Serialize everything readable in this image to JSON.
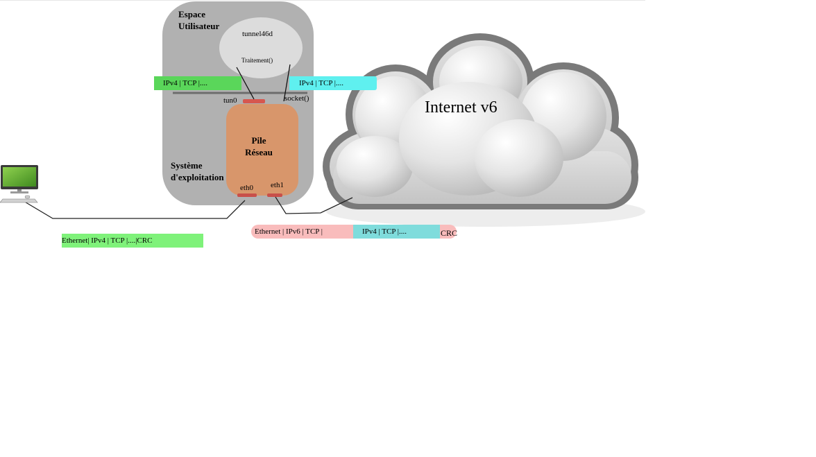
{
  "user_space": {
    "label_line1": "Espace",
    "label_line2": "Utilisateur"
  },
  "process": {
    "name": "tunnel46d",
    "function": "Traitement()"
  },
  "os": {
    "label_line1": "Système",
    "label_line2": "d'exploitation"
  },
  "stack": {
    "label_line1": "Pile",
    "label_line2": "Réseau"
  },
  "interfaces": {
    "tun": "tun0",
    "socket": "socket()",
    "eth0": "eth0",
    "eth1": "eth1"
  },
  "cloud": {
    "label": "Internet v6"
  },
  "packets": {
    "tun_side": "IPv4 | TCP |....",
    "socket_side": "IPv4 | TCP |....",
    "lan": "Ethernet| IPv4 | TCP |....|CRC",
    "wan_outer": "Ethernet | IPv6 | TCP |",
    "wan_inner": "IPv4 | TCP |....",
    "wan_crc": "CRC"
  },
  "colors": {
    "user_space_bg": "#b1b1b1",
    "process_bg": "#dcdcdc",
    "stack_bg": "#d8966b",
    "interface_red": "#d6574f",
    "packet_green": "#5ad65a",
    "packet_cyan": "#5ff0ef",
    "packet_lan_green": "#7ff27a",
    "packet_pink": "#f9bcbc",
    "packet_teal": "#7fdcdc"
  },
  "icons": {
    "computer": "desktop-computer-icon",
    "cloud": "cloud-icon"
  }
}
